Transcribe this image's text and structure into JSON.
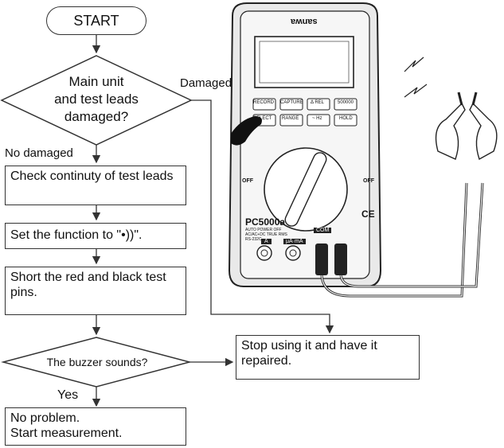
{
  "flow": {
    "start": "START",
    "decision1": [
      "Main unit",
      "and test leads",
      "damaged?"
    ],
    "damaged_label": "Damaged",
    "no_damaged_label": "No damaged",
    "step1": "Check continuty of test leads",
    "step2": "Set the function to \"•))\".",
    "step3": "Short the red and black test pins.",
    "decision2": "The buzzer sounds?",
    "yes_label": "Yes",
    "stop": "Stop using it and have it repaired.",
    "end_line1": "No problem.",
    "end_line2": "Start measurement."
  },
  "meter": {
    "brand": "sanwa",
    "model": "PC5000a",
    "model_sub1": "AUTO POWER OFF",
    "model_sub2": "AC/AC+DC TRUE RMS",
    "model_sub3": "RS-232C",
    "buttons": [
      "RECORD",
      "CAPTURE",
      "Δ REL",
      "500000",
      "SELECT",
      "RANGE",
      "~ Hz",
      "HOLD"
    ],
    "ce_mark": "CE",
    "off_left": "OFF",
    "off_right": "OFF",
    "jack_a": "A",
    "jack_ua": "μA·mA",
    "jack_com": "COM"
  }
}
